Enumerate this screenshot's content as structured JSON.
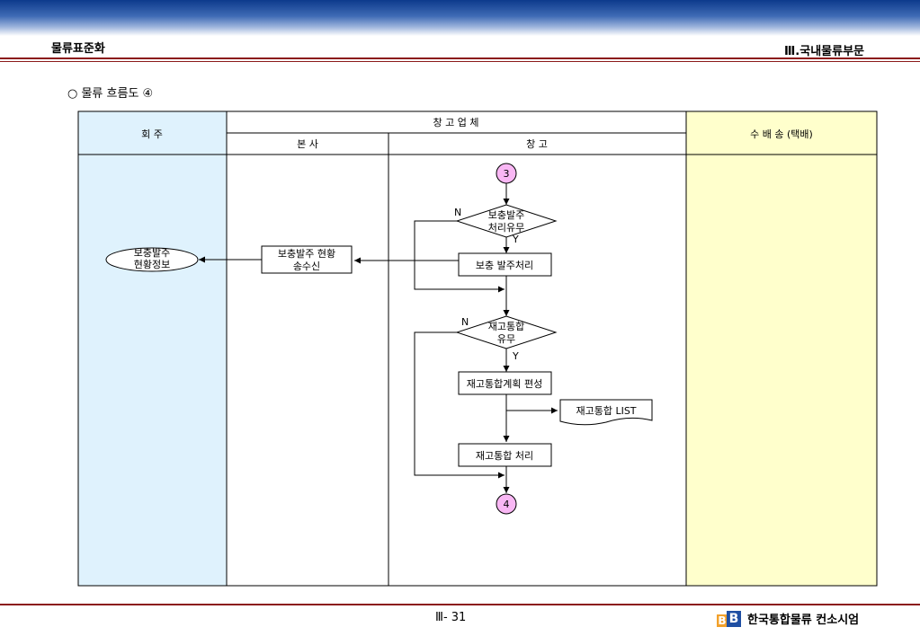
{
  "header": {
    "left_title": "물류표준화",
    "right_title": "Ⅲ.국내물류부문"
  },
  "subtitle": "○ 물류 흐름도 ④",
  "lanes": {
    "shipper": "회 주",
    "warehouse_group": "창 고 업 체",
    "head_office": "본 사",
    "warehouse": "창 고",
    "delivery": "수 배 송 (택배)"
  },
  "nodes": {
    "connector_in": "3",
    "decision1_line1": "보충발주",
    "decision1_line2": "처리유무",
    "proc_replenish": "보충 발주처리",
    "proc_status_line1": "보충발주 현황",
    "proc_status_line2": "송수신",
    "term_info_line1": "보충발주",
    "term_info_line2": "현황정보",
    "decision2_line1": "재고통합",
    "decision2_line2": "유무",
    "proc_plan": "재고통합계획 편성",
    "doc_list": "재고통합 LIST",
    "proc_consolidate": "재고통합 처리",
    "connector_out": "4",
    "label_n1": "N",
    "label_y1": "Y",
    "label_n2": "N",
    "label_y2": "Y"
  },
  "colors": {
    "shipper_lane": "#dff2fd",
    "delivery_lane": "#ffffcc",
    "connector_fill": "#f9b7f4",
    "accent_line": "#8b1a1a"
  },
  "footer": {
    "page": "Ⅲ- 31",
    "company": "한국통합물류 컨소시엄",
    "logo_b1": "B",
    "logo_b2": "B"
  }
}
